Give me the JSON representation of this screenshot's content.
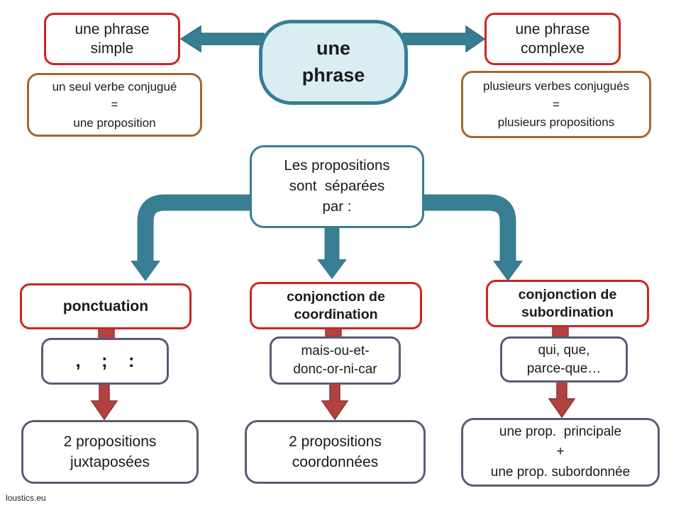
{
  "colors": {
    "teal": "#377e93",
    "teal_fill": "#d9edf3",
    "red": "#d0241f",
    "brown": "#a2672e",
    "purple": "#5e5a74",
    "brick": "#b2423f",
    "brick_border": "#8e3335",
    "text": "#1a1a1a"
  },
  "nodes": {
    "root": "une\nphrase",
    "phrase_simple": "une phrase\nsimple",
    "phrase_complexe": "une phrase\ncomplexe",
    "simple_def": "un seul verbe conjugué\n=\nune proposition",
    "complexe_def": "plusieurs verbes conjugués\n=\nplusieurs propositions",
    "separator": "Les propositions\nsont  séparées\npar :",
    "ponctuation": "ponctuation",
    "coordination": "conjonction de\ncoordination",
    "subordination": "conjonction de\nsubordination",
    "ponctuation_items": ", ; :",
    "coordination_items": "mais-ou-et-\ndonc-or-ni-car",
    "subordination_items": "qui, que,\nparce-que…",
    "ponctuation_result": "2 propositions\njuxtaposées",
    "coordination_result": "2 propositions\ncoordonnées",
    "subordination_result": "une prop.  principale\n+\nune prop. subordonnée"
  },
  "footer": {
    "credit": "loustics.eu"
  }
}
